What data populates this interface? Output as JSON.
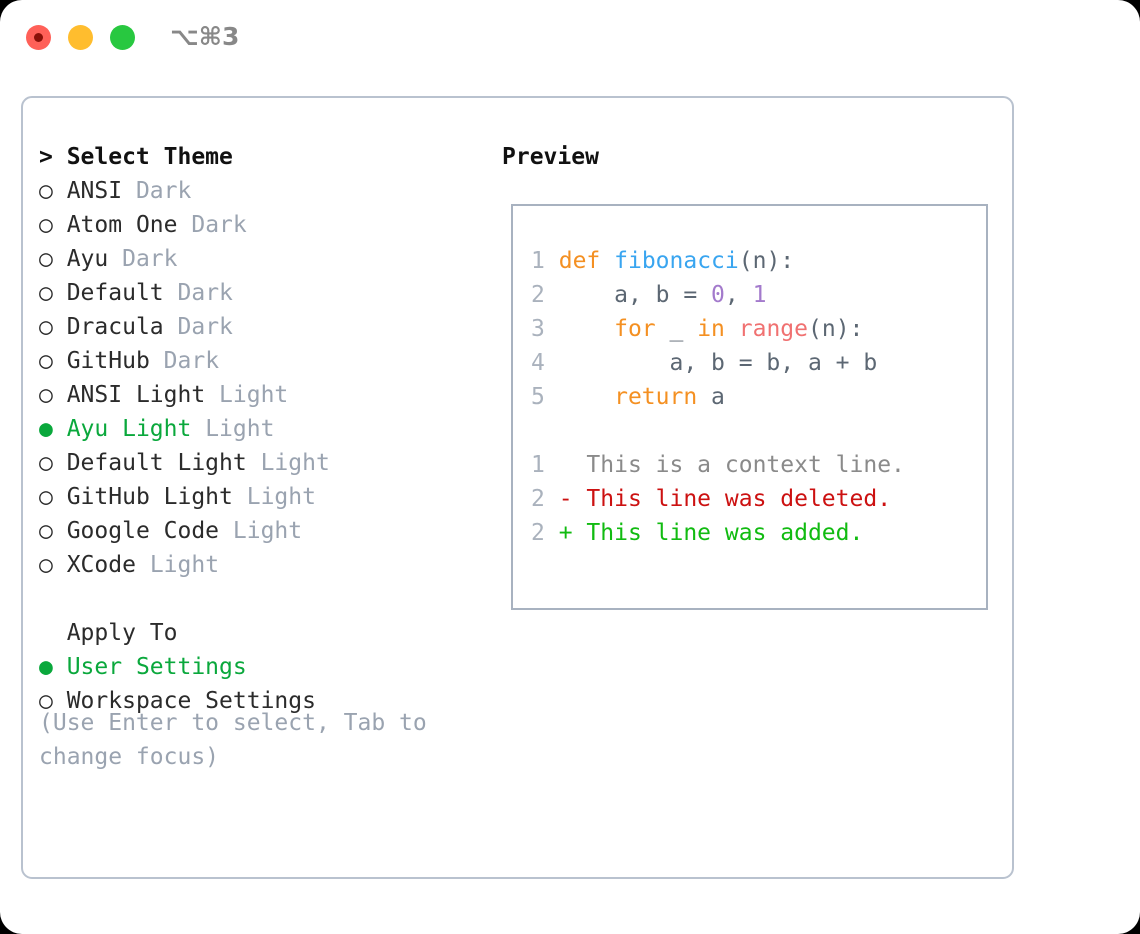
{
  "window": {
    "shortcut_label": "⌥⌘3",
    "traffic_lights": [
      {
        "name": "close",
        "color": "#ff6058"
      },
      {
        "name": "minimize",
        "color": "#ffbd2e"
      },
      {
        "name": "maximize",
        "color": "#28c840"
      }
    ]
  },
  "theme_picker": {
    "heading": "> Select Theme",
    "selected_marker": "● ",
    "unselected_marker": "○ ",
    "accent_color": "#0aa83c",
    "items": [
      {
        "marker": "○ ",
        "name": "ANSI",
        "variant": "Dark",
        "selected": false
      },
      {
        "marker": "○ ",
        "name": "Atom One",
        "variant": "Dark",
        "selected": false
      },
      {
        "marker": "○ ",
        "name": "Ayu",
        "variant": "Dark",
        "selected": false
      },
      {
        "marker": "○ ",
        "name": "Default",
        "variant": "Dark",
        "selected": false
      },
      {
        "marker": "○ ",
        "name": "Dracula",
        "variant": "Dark",
        "selected": false
      },
      {
        "marker": "○ ",
        "name": "GitHub",
        "variant": "Dark",
        "selected": false
      },
      {
        "marker": "○ ",
        "name": "ANSI Light",
        "variant": "Light",
        "selected": false
      },
      {
        "marker": "● ",
        "name": "Ayu Light",
        "variant": "Light",
        "selected": true
      },
      {
        "marker": "○ ",
        "name": "Default Light",
        "variant": "Light",
        "selected": false
      },
      {
        "marker": "○ ",
        "name": "GitHub Light",
        "variant": "Light",
        "selected": false
      },
      {
        "marker": "○ ",
        "name": "Google Code",
        "variant": "Light",
        "selected": false
      },
      {
        "marker": "○ ",
        "name": "XCode",
        "variant": "Light",
        "selected": false
      }
    ]
  },
  "apply_to": {
    "heading": "  Apply To",
    "items": [
      {
        "marker": "● ",
        "label": "User Settings",
        "selected": true
      },
      {
        "marker": "○ ",
        "label": "Workspace Settings",
        "selected": false
      }
    ]
  },
  "hint": "(Use Enter to select, Tab to change focus)",
  "preview": {
    "title": "Preview",
    "code_lines": [
      {
        "lnum": "1",
        "tokens": [
          {
            "text": " ",
            "type": "plain"
          },
          {
            "text": "def",
            "type": "kw"
          },
          {
            "text": " ",
            "type": "plain"
          },
          {
            "text": "fibonacci",
            "type": "fn"
          },
          {
            "text": "(n):",
            "type": "punct"
          }
        ]
      },
      {
        "lnum": "2",
        "tokens": [
          {
            "text": "     a, b = ",
            "type": "plain"
          },
          {
            "text": "0",
            "type": "num"
          },
          {
            "text": ", ",
            "type": "plain"
          },
          {
            "text": "1",
            "type": "num"
          }
        ]
      },
      {
        "lnum": "3",
        "tokens": [
          {
            "text": "     ",
            "type": "plain"
          },
          {
            "text": "for",
            "type": "kw"
          },
          {
            "text": " _ ",
            "type": "plain"
          },
          {
            "text": "in",
            "type": "kw"
          },
          {
            "text": " ",
            "type": "plain"
          },
          {
            "text": "range",
            "type": "builtin"
          },
          {
            "text": "(n):",
            "type": "punct"
          }
        ]
      },
      {
        "lnum": "4",
        "tokens": [
          {
            "text": "         a, b = b, a + b",
            "type": "plain"
          }
        ]
      },
      {
        "lnum": "5",
        "tokens": [
          {
            "text": "     ",
            "type": "plain"
          },
          {
            "text": "return",
            "type": "kw"
          },
          {
            "text": " a",
            "type": "plain"
          }
        ]
      },
      {
        "lnum": "",
        "tokens": []
      },
      {
        "lnum": "1",
        "tokens": [
          {
            "text": "   This is a context line.",
            "type": "ctx"
          }
        ]
      },
      {
        "lnum": "2",
        "tokens": [
          {
            "text": " - This line was deleted.",
            "type": "del"
          }
        ]
      },
      {
        "lnum": "2",
        "tokens": [
          {
            "text": " + This line was added.",
            "type": "add"
          }
        ]
      }
    ]
  }
}
